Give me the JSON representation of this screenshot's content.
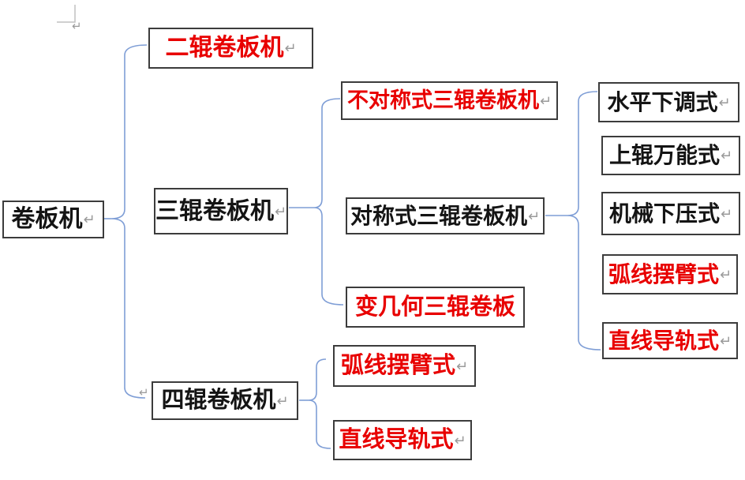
{
  "colors": {
    "red_text": "#e80000",
    "black_text": "#141414",
    "connector": "#7f9ed6",
    "box_border": "#3c3c3c",
    "return_mark": "#9a9a9a",
    "margin_mark": "#c1c1c1"
  },
  "marks": {
    "return_glyph": "↵"
  },
  "tree": {
    "root": {
      "label": "卷板机",
      "color": "black"
    },
    "level1": [
      {
        "label": "二辊卷板机",
        "color": "red"
      },
      {
        "label": "三辊卷板机",
        "color": "black"
      },
      {
        "label": "四辊卷板机",
        "color": "black"
      }
    ],
    "three_roll_children": [
      {
        "label": "不对称式三辊卷板机",
        "color": "red"
      },
      {
        "label": "对称式三辊卷板机",
        "color": "black"
      },
      {
        "label": "变几何三辊卷板",
        "color": "red"
      }
    ],
    "symmetric_children": [
      {
        "label": "水平下调式",
        "color": "black"
      },
      {
        "label": "上辊万能式",
        "color": "black"
      },
      {
        "label": "机械下压式",
        "color": "black"
      },
      {
        "label": "弧线摆臂式",
        "color": "red"
      },
      {
        "label": "直线导轨式",
        "color": "red"
      }
    ],
    "four_roll_children": [
      {
        "label": "弧线摆臂式",
        "color": "red"
      },
      {
        "label": "直线导轨式",
        "color": "red"
      }
    ]
  }
}
